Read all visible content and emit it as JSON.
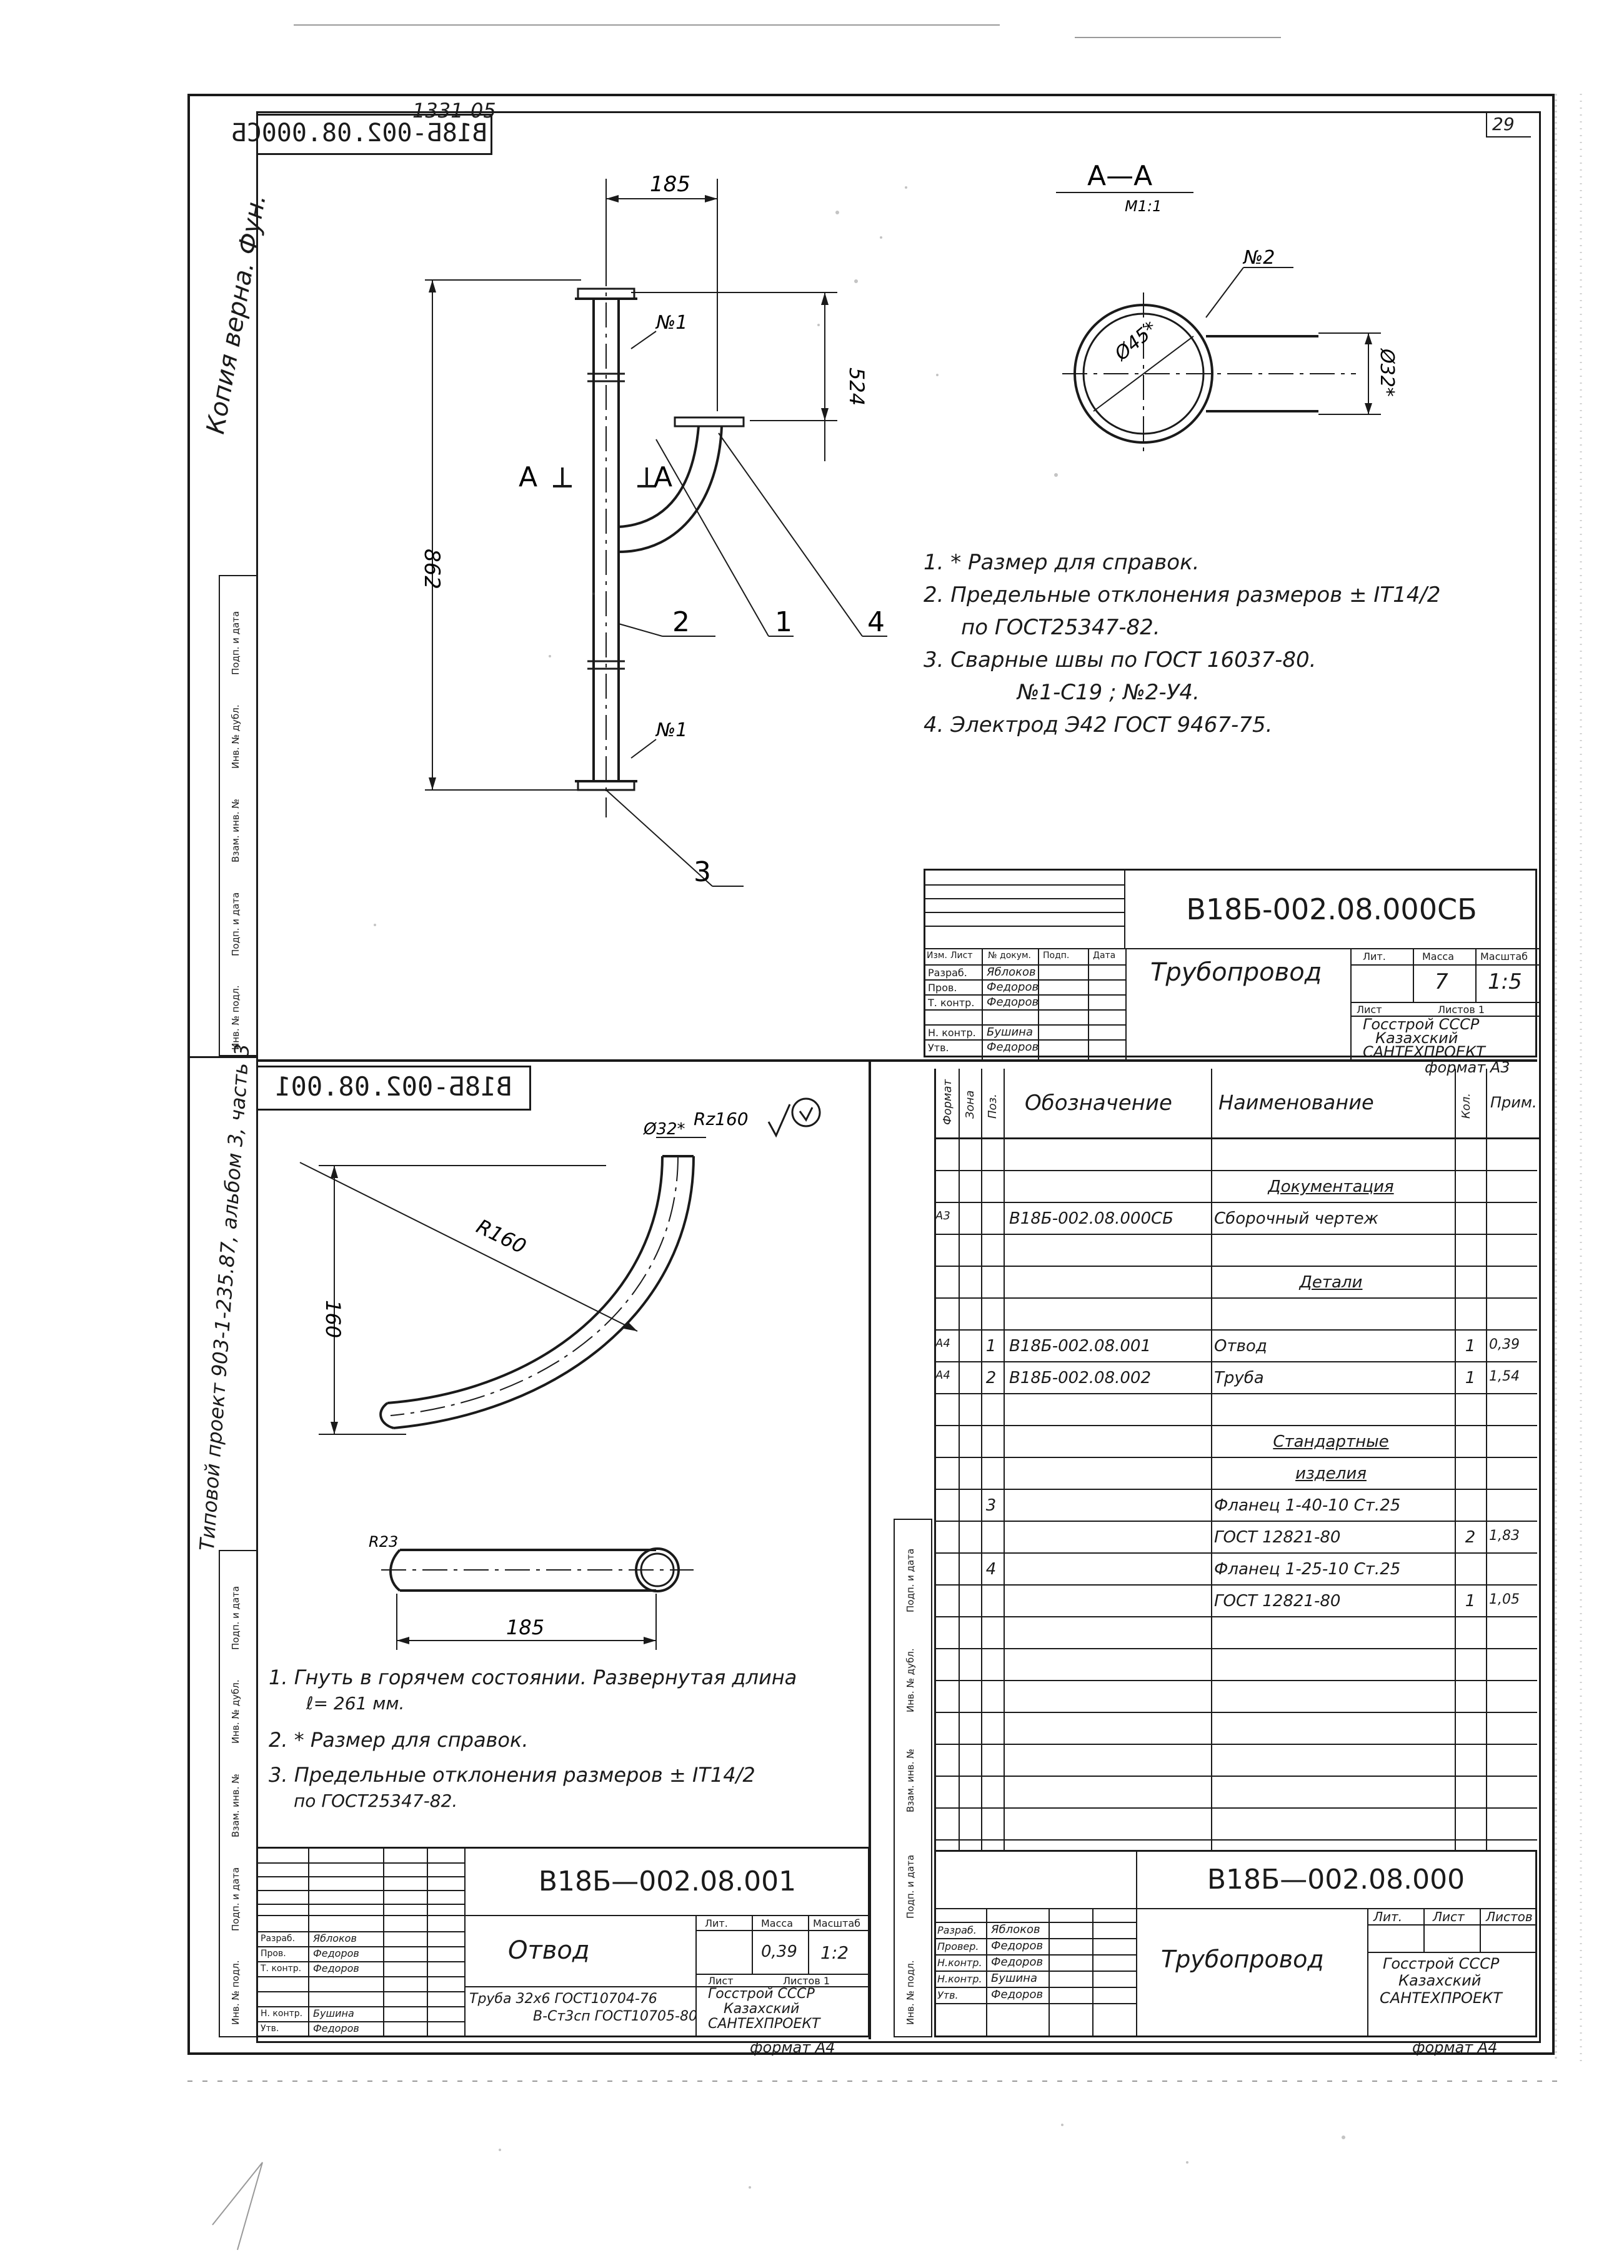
{
  "top_left": {
    "stamp_number": "1331-05",
    "sheet_number": "29",
    "copy_note": "Копия верна. Фун."
  },
  "assembly_sheet": {
    "designation": "В18Б-002.08.000СБ",
    "designation_mirror": "В18Б-002.08.000СБ",
    "title": "Трубопровод",
    "dims": {
      "d185": "185",
      "d524": "524",
      "d862": "862"
    },
    "weld_labels": [
      "№1",
      "№1",
      "№2"
    ],
    "section": {
      "label": "А—А",
      "scale": "М1:1",
      "d45": "Ø45*",
      "d32": "Ø32*",
      "cut_mark": "А"
    },
    "callouts": [
      "1",
      "2",
      "3",
      "4"
    ],
    "notes": [
      "1. * Размер для справок.",
      "2. Предельные отклонения размеров ± IT14/2",
      "по ГОСТ25347-82.",
      "3. Сварные швы по ГОСТ 16037-80.",
      "№1-С19 ; №2-У4.",
      "4. Электрод Э42 ГОСТ 9467-75."
    ],
    "title_block": {
      "designation": "В18Б-002.08.000СБ",
      "name": "Трубопровод",
      "col_lit": "Лит.",
      "col_mass": "Масса",
      "col_scale": "Масштаб",
      "mass": "7",
      "scale": "1:5",
      "sheet": "Лист",
      "sheets": "Листов 1",
      "org1": "Госстрой СССР",
      "org2": "Казахский",
      "org3": "САНТЕХПРОЕКТ",
      "format": "формат А3",
      "roles": [
        "Изм.",
        "Лист",
        "№ докум.",
        "Подп.",
        "Дата"
      ],
      "people": [
        {
          "role": "Разраб.",
          "name": "Яблоков"
        },
        {
          "role": "Пров.",
          "name": "Федоров"
        },
        {
          "role": "Т. контр.",
          "name": "Федоров"
        },
        {
          "role": "Н. контр.",
          "name": "Бушина"
        },
        {
          "role": "Утв.",
          "name": "Федоров"
        }
      ]
    }
  },
  "side_stamp_labels": [
    "Подп. и дата",
    "Инв. № дубл.",
    "Взам. инв. №",
    "Подп. и дата",
    "Инв. № подл."
  ],
  "side_project_note": "Типовой проект 903-1-235.87, альбом 3, часть 3",
  "part_sheet": {
    "designation_mirror": "В18Б-002.08.001",
    "roughness": "Rz160",
    "dims": {
      "phi32": "Ø32*",
      "r160": "R160",
      "h160": "160",
      "r23": "R23",
      "l185": "185"
    },
    "notes": [
      "1. Гнуть в горячем состоянии. Развернутая длина",
      "ℓ= 261 мм.",
      "2. * Размер для справок.",
      "3. Предельные отклонения размеров ± IT14/2",
      "по ГОСТ25347-82."
    ],
    "title_block": {
      "designation": "В18Б—002.08.001",
      "name": "Отвод",
      "col_lit": "Лит.",
      "col_mass": "Масса",
      "col_scale": "Масштаб",
      "mass": "0,39",
      "scale": "1:2",
      "sheet": "Лист",
      "sheets": "Листов 1",
      "material1": "Труба  32х6 ГОСТ10704-76",
      "material2": "В-Ст3сп ГОСТ10705-80",
      "org1": "Госстрой СССР",
      "org2": "Казахский",
      "org3": "САНТЕХПРОЕКТ",
      "format": "формат А4",
      "people": [
        {
          "role": "Разраб.",
          "name": "Яблоков"
        },
        {
          "role": "Пров.",
          "name": "Федоров"
        },
        {
          "role": "Т. контр.",
          "name": "Федоров"
        },
        {
          "role": "Н. контр.",
          "name": "Бушина"
        },
        {
          "role": "Утв.",
          "name": "Федоров"
        }
      ]
    }
  },
  "spec_sheet": {
    "headers": [
      "Формат",
      "Зона",
      "Поз.",
      "Обозначение",
      "Наименование",
      "Кол.",
      "Прим."
    ],
    "rows": [
      {
        "fmt": "",
        "pos": "",
        "code": "",
        "name": "Документация",
        "qty": "",
        "note": "",
        "section": true
      },
      {
        "fmt": "А3",
        "pos": "",
        "code": "В18Б-002.08.000СБ",
        "name": "Сборочный чертеж",
        "qty": "",
        "note": ""
      },
      {
        "fmt": "",
        "pos": "",
        "code": "",
        "name": "Детали",
        "qty": "",
        "note": "",
        "section": true
      },
      {
        "fmt": "А4",
        "pos": "1",
        "code": "В18Б-002.08.001",
        "name": "Отвод",
        "qty": "1",
        "note": "0,39"
      },
      {
        "fmt": "А4",
        "pos": "2",
        "code": "В18Б-002.08.002",
        "name": "Труба",
        "qty": "1",
        "note": "1,54"
      },
      {
        "fmt": "",
        "pos": "",
        "code": "",
        "name": "Стандартные",
        "qty": "",
        "note": "",
        "section": true
      },
      {
        "fmt": "",
        "pos": "",
        "code": "",
        "name": "изделия",
        "qty": "",
        "note": "",
        "section": true
      },
      {
        "fmt": "",
        "pos": "3",
        "code": "",
        "name": "Фланец 1-40-10 Ст.25",
        "qty": "",
        "note": ""
      },
      {
        "fmt": "",
        "pos": "",
        "code": "",
        "name": "ГОСТ 12821-80",
        "qty": "2",
        "note": "1,83"
      },
      {
        "fmt": "",
        "pos": "4",
        "code": "",
        "name": "Фланец 1-25-10 Ст.25",
        "qty": "",
        "note": ""
      },
      {
        "fmt": "",
        "pos": "",
        "code": "",
        "name": "ГОСТ 12821-80",
        "qty": "1",
        "note": "1,05"
      }
    ],
    "title_block": {
      "designation": "В18Б—002.08.000",
      "name": "Трубопровод",
      "col_lit": "Лит.",
      "col_sheet": "Лист",
      "col_sheets": "Листов",
      "org1": "Госстрой СССР",
      "org2": "Казахский",
      "org3": "САНТЕХПРОЕКТ",
      "format": "формат А4",
      "people": [
        {
          "role": "Разраб.",
          "name": "Яблоков"
        },
        {
          "role": "Провер.",
          "name": "Федоров"
        },
        {
          "role": "Н.контр.",
          "name": "Федоров"
        },
        {
          "role": "Н.контр.",
          "name": "Бушина"
        },
        {
          "role": "Утв.",
          "name": "Федоров"
        }
      ]
    }
  }
}
